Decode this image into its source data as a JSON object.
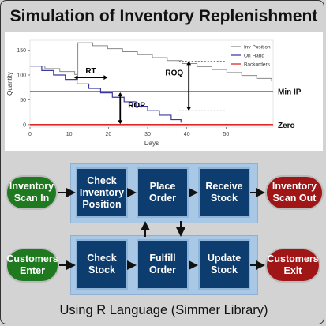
{
  "title": "Simulation of Inventory Replenishment",
  "footer": "Using R Language (Simmer Library)",
  "chart_data": {
    "type": "line",
    "xlabel": "Days",
    "ylabel": "Quantity",
    "xlim": [
      0,
      62
    ],
    "ylim": [
      -5,
      170
    ],
    "x_ticks": [
      0,
      10,
      20,
      30,
      40,
      50
    ],
    "y_ticks": [
      0,
      50,
      100,
      150
    ],
    "grid": false,
    "legend_position": "top-right",
    "series": [
      {
        "name": "Inv Position",
        "color": "#8a8a8a",
        "points": [
          [
            0,
            118
          ],
          [
            3.8,
            113
          ],
          [
            7.6,
            107
          ],
          [
            11.4,
            101
          ],
          [
            12.2,
            165
          ],
          [
            16,
            159
          ],
          [
            19.8,
            153
          ],
          [
            23.6,
            147
          ],
          [
            27.4,
            141
          ],
          [
            31.2,
            135
          ],
          [
            35,
            129
          ],
          [
            38.8,
            123
          ],
          [
            42.6,
            117
          ],
          [
            46.4,
            111
          ],
          [
            50.2,
            105
          ],
          [
            54,
            99
          ],
          [
            57.8,
            93
          ],
          [
            61.6,
            87
          ]
        ]
      },
      {
        "name": "On Hand",
        "color": "#3a3aa0",
        "points": [
          [
            0,
            118
          ],
          [
            3,
            109
          ],
          [
            6,
            100
          ],
          [
            9,
            91
          ],
          [
            12,
            82
          ],
          [
            15,
            73
          ],
          [
            18,
            64
          ],
          [
            21,
            55
          ],
          [
            24,
            46
          ],
          [
            27,
            37
          ],
          [
            30,
            28
          ],
          [
            33,
            19
          ],
          [
            36,
            10
          ],
          [
            38.5,
            4
          ]
        ]
      },
      {
        "name": "Backorders",
        "color": "#d22",
        "points": [
          [
            0,
            0
          ],
          [
            61,
            0
          ]
        ]
      }
    ],
    "reference_lines": [
      {
        "label": "Min IP",
        "y": 67,
        "color": "#b04060"
      },
      {
        "label": "Zero",
        "y": 0,
        "color": "#e03030"
      }
    ],
    "annotations": [
      "RT",
      "ROP",
      "ROQ"
    ]
  },
  "flow": {
    "top_row": {
      "start": "Inventory\nScan In",
      "steps": [
        "Check\nInventory\nPosition",
        "Place\nOrder",
        "Receive\nStock"
      ],
      "end": "Inventory\nScan Out"
    },
    "bottom_row": {
      "start": "Customers\nEnter",
      "steps": [
        "Check\nStock",
        "Fulfill\nOrder",
        "Update\nStock"
      ],
      "end": "Customers\nExit"
    },
    "colors": {
      "start": "#1f7a1f",
      "step": "#0d3c6e",
      "end": "#a01515",
      "panel": "#a8c8e6"
    }
  }
}
